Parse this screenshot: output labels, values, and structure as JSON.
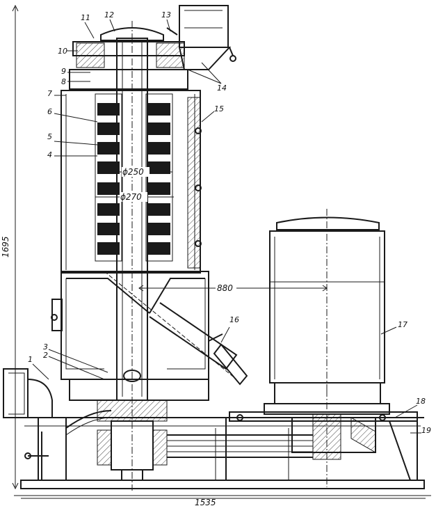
{
  "drawing": {
    "part_labels": [
      "1",
      "2",
      "3",
      "4",
      "5",
      "6",
      "7",
      "8",
      "9",
      "10",
      "11",
      "12",
      "13",
      "14",
      "15",
      "16",
      "17",
      "18",
      "19"
    ],
    "dimensions": {
      "height": "1695",
      "width": "1535",
      "center_distance": "880",
      "diameter_inner": "ϕ250",
      "diameter_outer": "ϕ270"
    },
    "colors": {
      "ink": "#1a1a1a",
      "paper": "#ffffff"
    }
  }
}
